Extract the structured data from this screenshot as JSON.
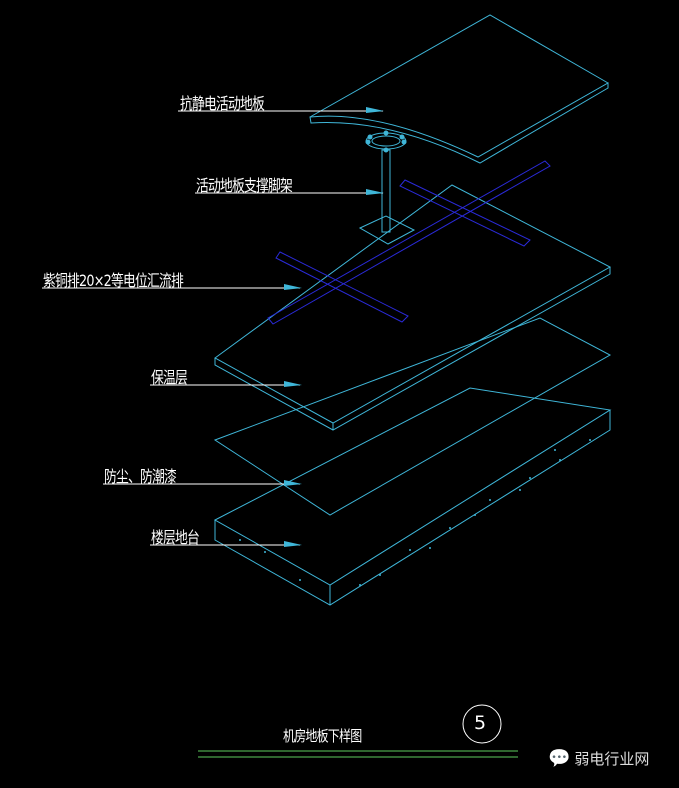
{
  "labels": {
    "raised_floor": "抗静电活动地板",
    "support": "活动地板支撑脚架",
    "copper_bar": "紫铜排20×2等电位汇流排",
    "insulation": "保温层",
    "dust_coat": "防尘、防潮漆",
    "slab": "楼层地台"
  },
  "title": "机房地板下样图",
  "detail_number": "5",
  "watermark": "弱电行业网",
  "colors": {
    "line": "#3fb6d8",
    "bar": "#2a2ad8",
    "leader": "#ffffff",
    "title_line": "#5ecb5e"
  }
}
